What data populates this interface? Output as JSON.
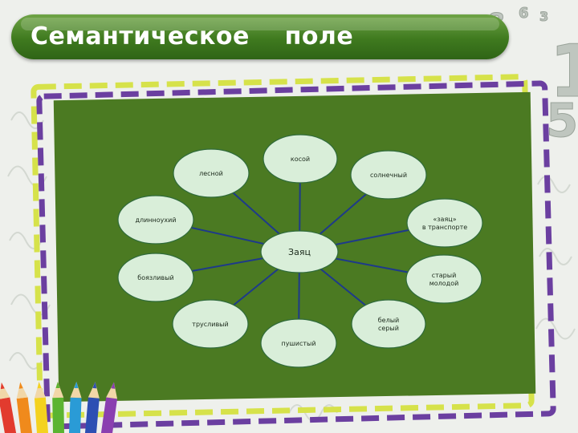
{
  "title": "Семантическое    поле",
  "diagram": {
    "center": "Заяц",
    "nodes": [
      {
        "lines": [
          "косой"
        ]
      },
      {
        "lines": [
          "солнечный"
        ]
      },
      {
        "lines": [
          "«заяц»",
          "в транспорте"
        ]
      },
      {
        "lines": [
          "старый",
          "молодой"
        ]
      },
      {
        "lines": [
          "белый",
          "серый"
        ]
      },
      {
        "lines": [
          "пушистый"
        ]
      },
      {
        "lines": [
          "трусливый"
        ]
      },
      {
        "lines": [
          "боязливый"
        ]
      },
      {
        "lines": [
          "длинноухий"
        ]
      },
      {
        "lines": [
          "лесной"
        ]
      }
    ]
  },
  "colors": {
    "panel": "#4b7a22",
    "node_fill": "#d9eed9",
    "node_stroke": "#2f6a3a",
    "connector": "#1e3a8a",
    "frame_yellow": "#d6e24a",
    "frame_purple": "#6b3fa0",
    "title_green": "#3f7a1f"
  },
  "decorations": {
    "corner_numbers": [
      "8",
      "6",
      "3",
      "1",
      "5"
    ],
    "pencil_colors": [
      "#e23b2e",
      "#f08a1c",
      "#f4d21f",
      "#5bb431",
      "#2a9bd6",
      "#2d4fb3",
      "#8a3fb0"
    ]
  }
}
